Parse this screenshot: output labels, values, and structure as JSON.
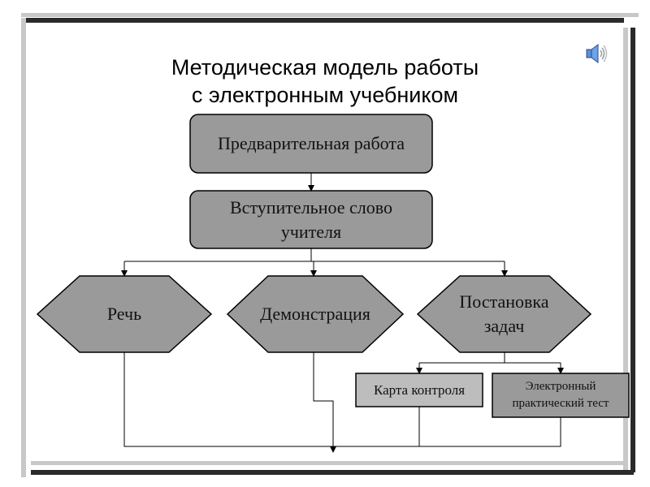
{
  "title": {
    "line1": "Методическая модель работы",
    "line2": "с электронным учебником"
  },
  "speaker_icon": "speaker-sound-icon",
  "colors": {
    "node_fill": "#9a9a9a",
    "node_stroke": "#000000",
    "line": "#000000"
  },
  "nodes": {
    "preliminary": "Предварительная работа",
    "intro_line1": "Вступительное слово",
    "intro_line2": "учителя",
    "speech": "Речь",
    "demo": "Демонстрация",
    "task_line1": "Постановка",
    "task_line2": "задач",
    "control_card": "Карта контроля",
    "test_line1": "Электронный",
    "test_line2": "практический тест"
  }
}
